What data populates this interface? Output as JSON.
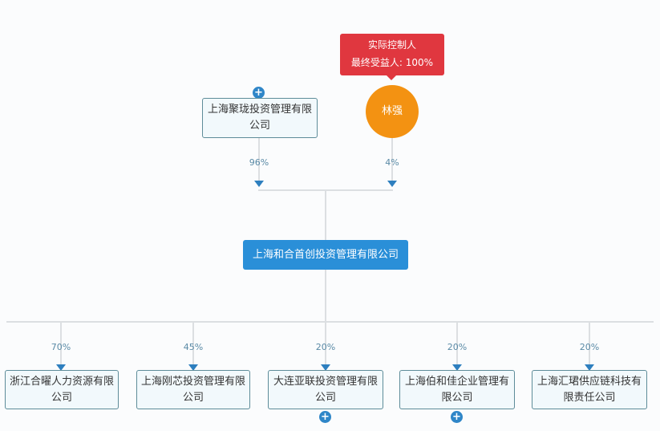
{
  "shareholders": [
    {
      "name": "上海聚珑投资管理有限公司",
      "pct": "96%"
    },
    {
      "name": "林强",
      "pct": "4%"
    }
  ],
  "tooltip": {
    "line1": "实际控制人",
    "line2": "最终受益人: 100%"
  },
  "company": "上海和合首创投资管理有限公司",
  "investments": [
    {
      "name": "浙江合曜人力资源有限公司",
      "pct": "70%"
    },
    {
      "name": "上海刚芯投资管理有限公司",
      "pct": "45%"
    },
    {
      "name": "大连亚联投资管理有限公司",
      "pct": "20%"
    },
    {
      "name": "上海伯和佳企业管理有限公司",
      "pct": "20%"
    },
    {
      "name": "上海汇珺供应链科技有限责任公司",
      "pct": "20%"
    }
  ],
  "expand_symbol": "+"
}
